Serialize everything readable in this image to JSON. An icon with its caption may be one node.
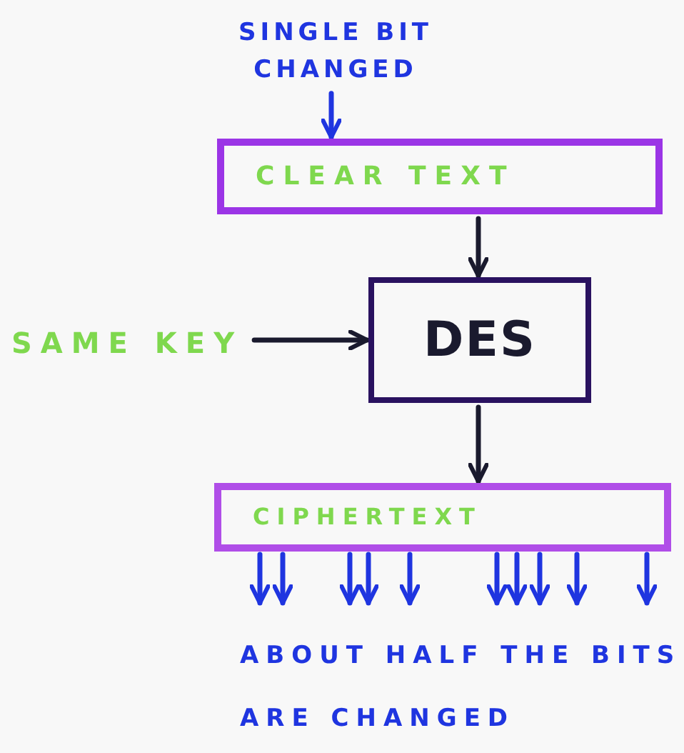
{
  "diagram": {
    "nodes": [
      {
        "text": [
          "SINGLE BIT CHANGED"
        ]
      },
      {
        "text": [
          "CLEAR TEXT"
        ]
      },
      {
        "text": [
          "SAME KEY"
        ]
      },
      {
        "text": [
          "DES"
        ]
      },
      {
        "text": [
          "CIPHERTEXT"
        ]
      }
    ],
    "edges": [
      {
        "from": 0,
        "to": 1,
        "arrow": "to"
      },
      {
        "from": 1,
        "to": 3,
        "arrow": "to",
        "color": "#1a1a2e"
      },
      {
        "from": 2,
        "to": 3,
        "arrow": "to",
        "color": "#1a1a2e"
      },
      {
        "from": 3,
        "to": 4,
        "arrow": "to",
        "color": "#1a1a2e"
      },
      {
        "from": 4,
        "to": null,
        "arrow": "to"
      },
      {
        "from": 4,
        "to": null,
        "arrow": "to"
      },
      {
        "from": 4,
        "to": null,
        "arrow": "to"
      },
      {
        "from": 4,
        "to": null,
        "arrow": "to"
      },
      {
        "from": 4,
        "to": null,
        "arrow": "to"
      },
      {
        "from": 4,
        "to": null,
        "arrow": "to"
      },
      {
        "from": 4,
        "to": null,
        "arrow": "to"
      },
      {
        "from": 4,
        "to": null,
        "arrow": "to"
      },
      {
        "from": 4,
        "to": null,
        "arrow": "to"
      },
      {
        "from": 4,
        "to": null,
        "arrow": "to"
      }
    ],
    "labels": [
      "ABOUT HALF THE BITS ARE CHANGED"
    ]
  }
}
